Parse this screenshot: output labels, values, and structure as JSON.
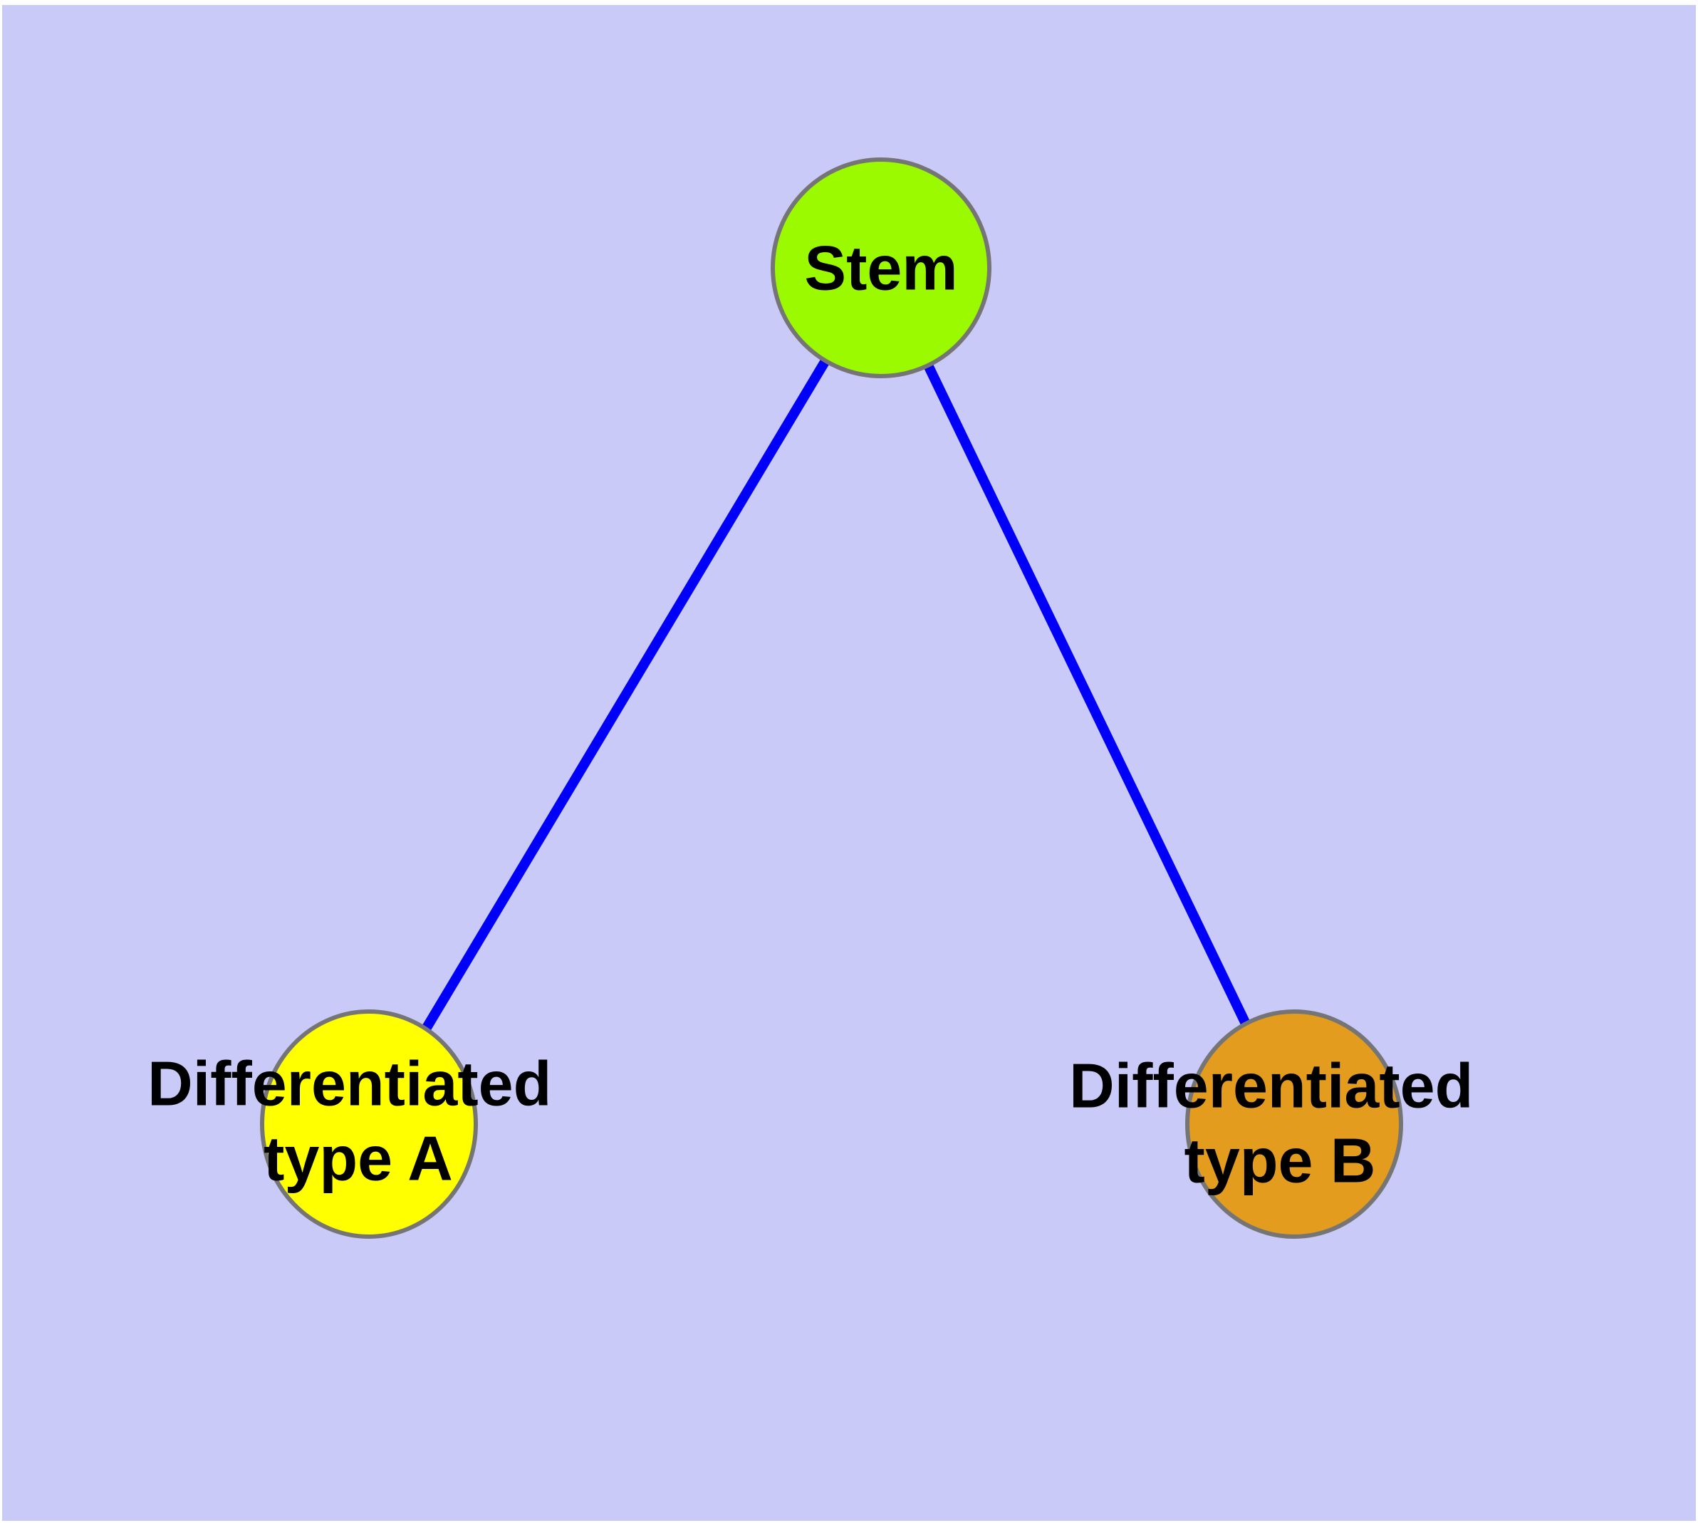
{
  "graph": {
    "type": "node-link-diagram",
    "background_color": "#cacaf8",
    "margin_color": "#ffffff",
    "edge_color": "#0000fa",
    "node_border_color": "#757575",
    "label_color": "#000000",
    "nodes": [
      {
        "id": "stem",
        "label": "Stem",
        "fill": "#9bfa00"
      },
      {
        "id": "differentiated-type-a",
        "label_line1": "Differentiated",
        "label_line2": "type A",
        "fill": "#ffff00"
      },
      {
        "id": "differentiated-type-b",
        "label_line1": "Differentiated",
        "label_line2": "type B",
        "fill": "#e39c1e"
      }
    ],
    "edges": [
      {
        "from": "Stem",
        "to": "Differentiated type A"
      },
      {
        "from": "Stem",
        "to": "Differentiated type B"
      }
    ]
  }
}
